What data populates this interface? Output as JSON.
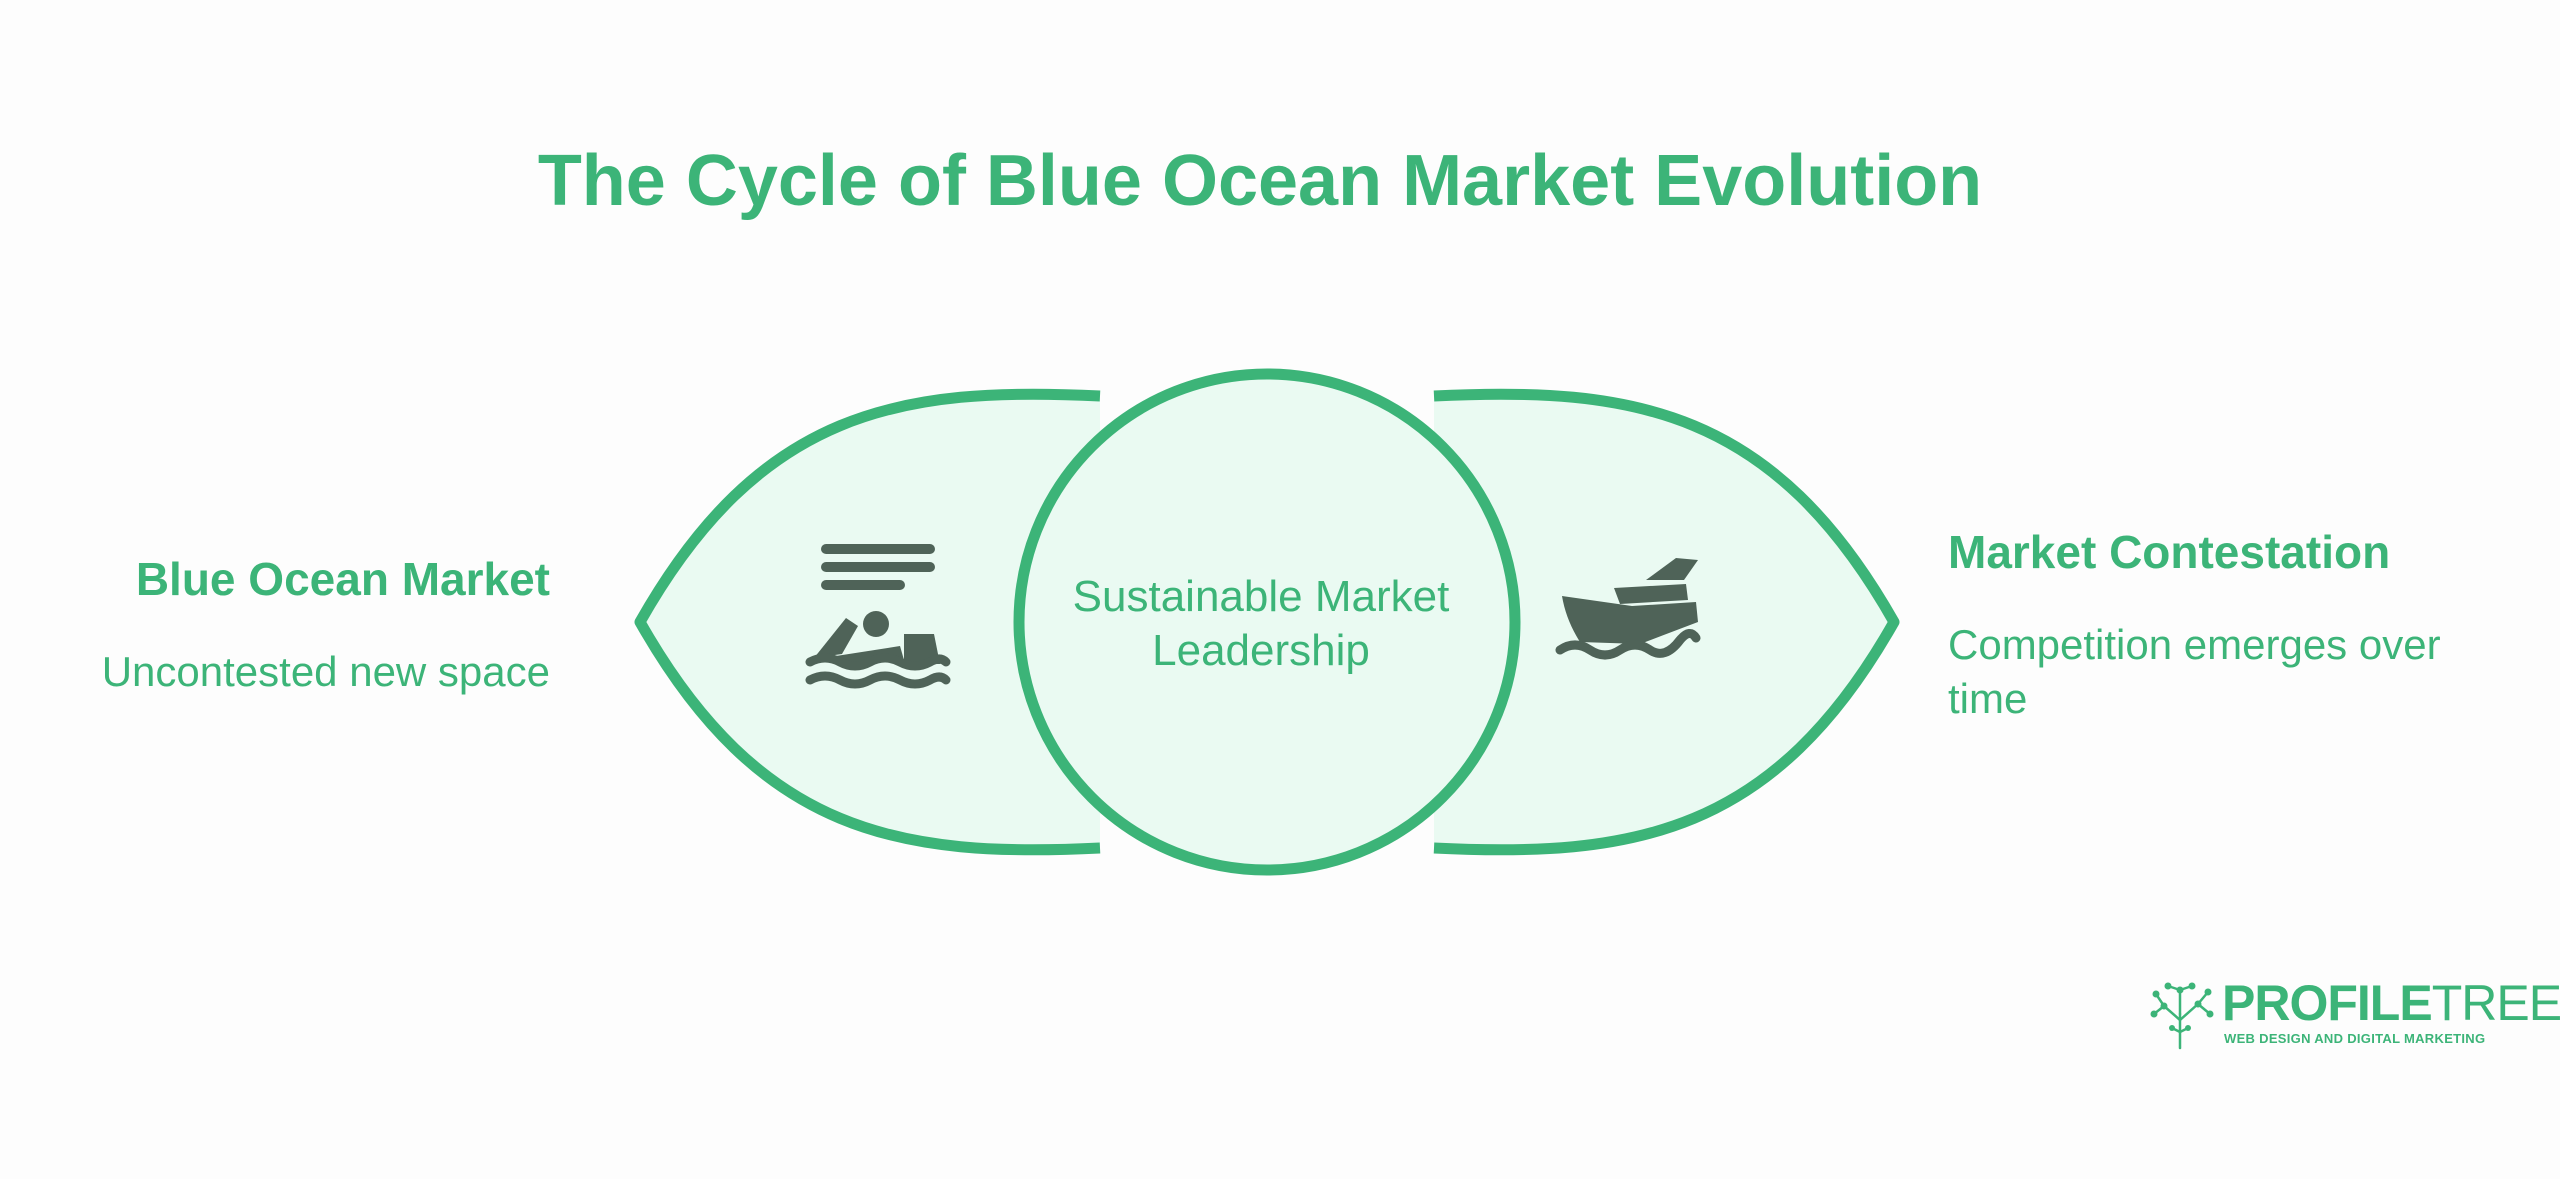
{
  "title": "The Cycle of Blue Ocean Market Evolution",
  "center": {
    "label_line1": "Sustainable Market",
    "label_line2": "Leadership"
  },
  "left": {
    "heading": "Blue Ocean Market",
    "text": "Uncontested new space",
    "icon": "swimmer-near-boat-icon"
  },
  "right": {
    "heading": "Market Contestation",
    "text": "Competition emerges over time",
    "icon": "ship-on-waves-icon"
  },
  "logo": {
    "name_bold": "PROFILE",
    "name_thin": "TREE",
    "tagline": "WEB DESIGN AND DIGITAL MARKETING",
    "icon": "tree-network-icon"
  },
  "colors": {
    "accent": "#3cb478",
    "fill": "#eafaf2",
    "icon": "#4f6358",
    "background": "#fdfdfd"
  }
}
